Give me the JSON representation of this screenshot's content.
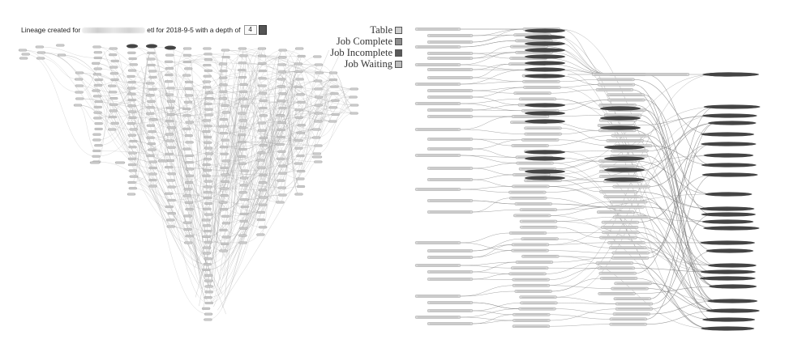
{
  "header": {
    "prefix": "Lineage created for",
    "suffix": "etl for 2018-9-5 with a depth of",
    "depth_value": "4"
  },
  "legend": [
    {
      "label": "Table",
      "color": "#cfcfcf"
    },
    {
      "label": "Job Complete",
      "color": "#8d8d8d"
    },
    {
      "label": "Job Incomplete",
      "color": "#5a5a5a"
    },
    {
      "label": "Job Waiting",
      "color": "#bdbdbd"
    }
  ],
  "colors": {
    "edge": "#9a9a9a",
    "table_node": "#c9c9c9",
    "job_node": "#444444",
    "background": "#ffffff"
  }
}
